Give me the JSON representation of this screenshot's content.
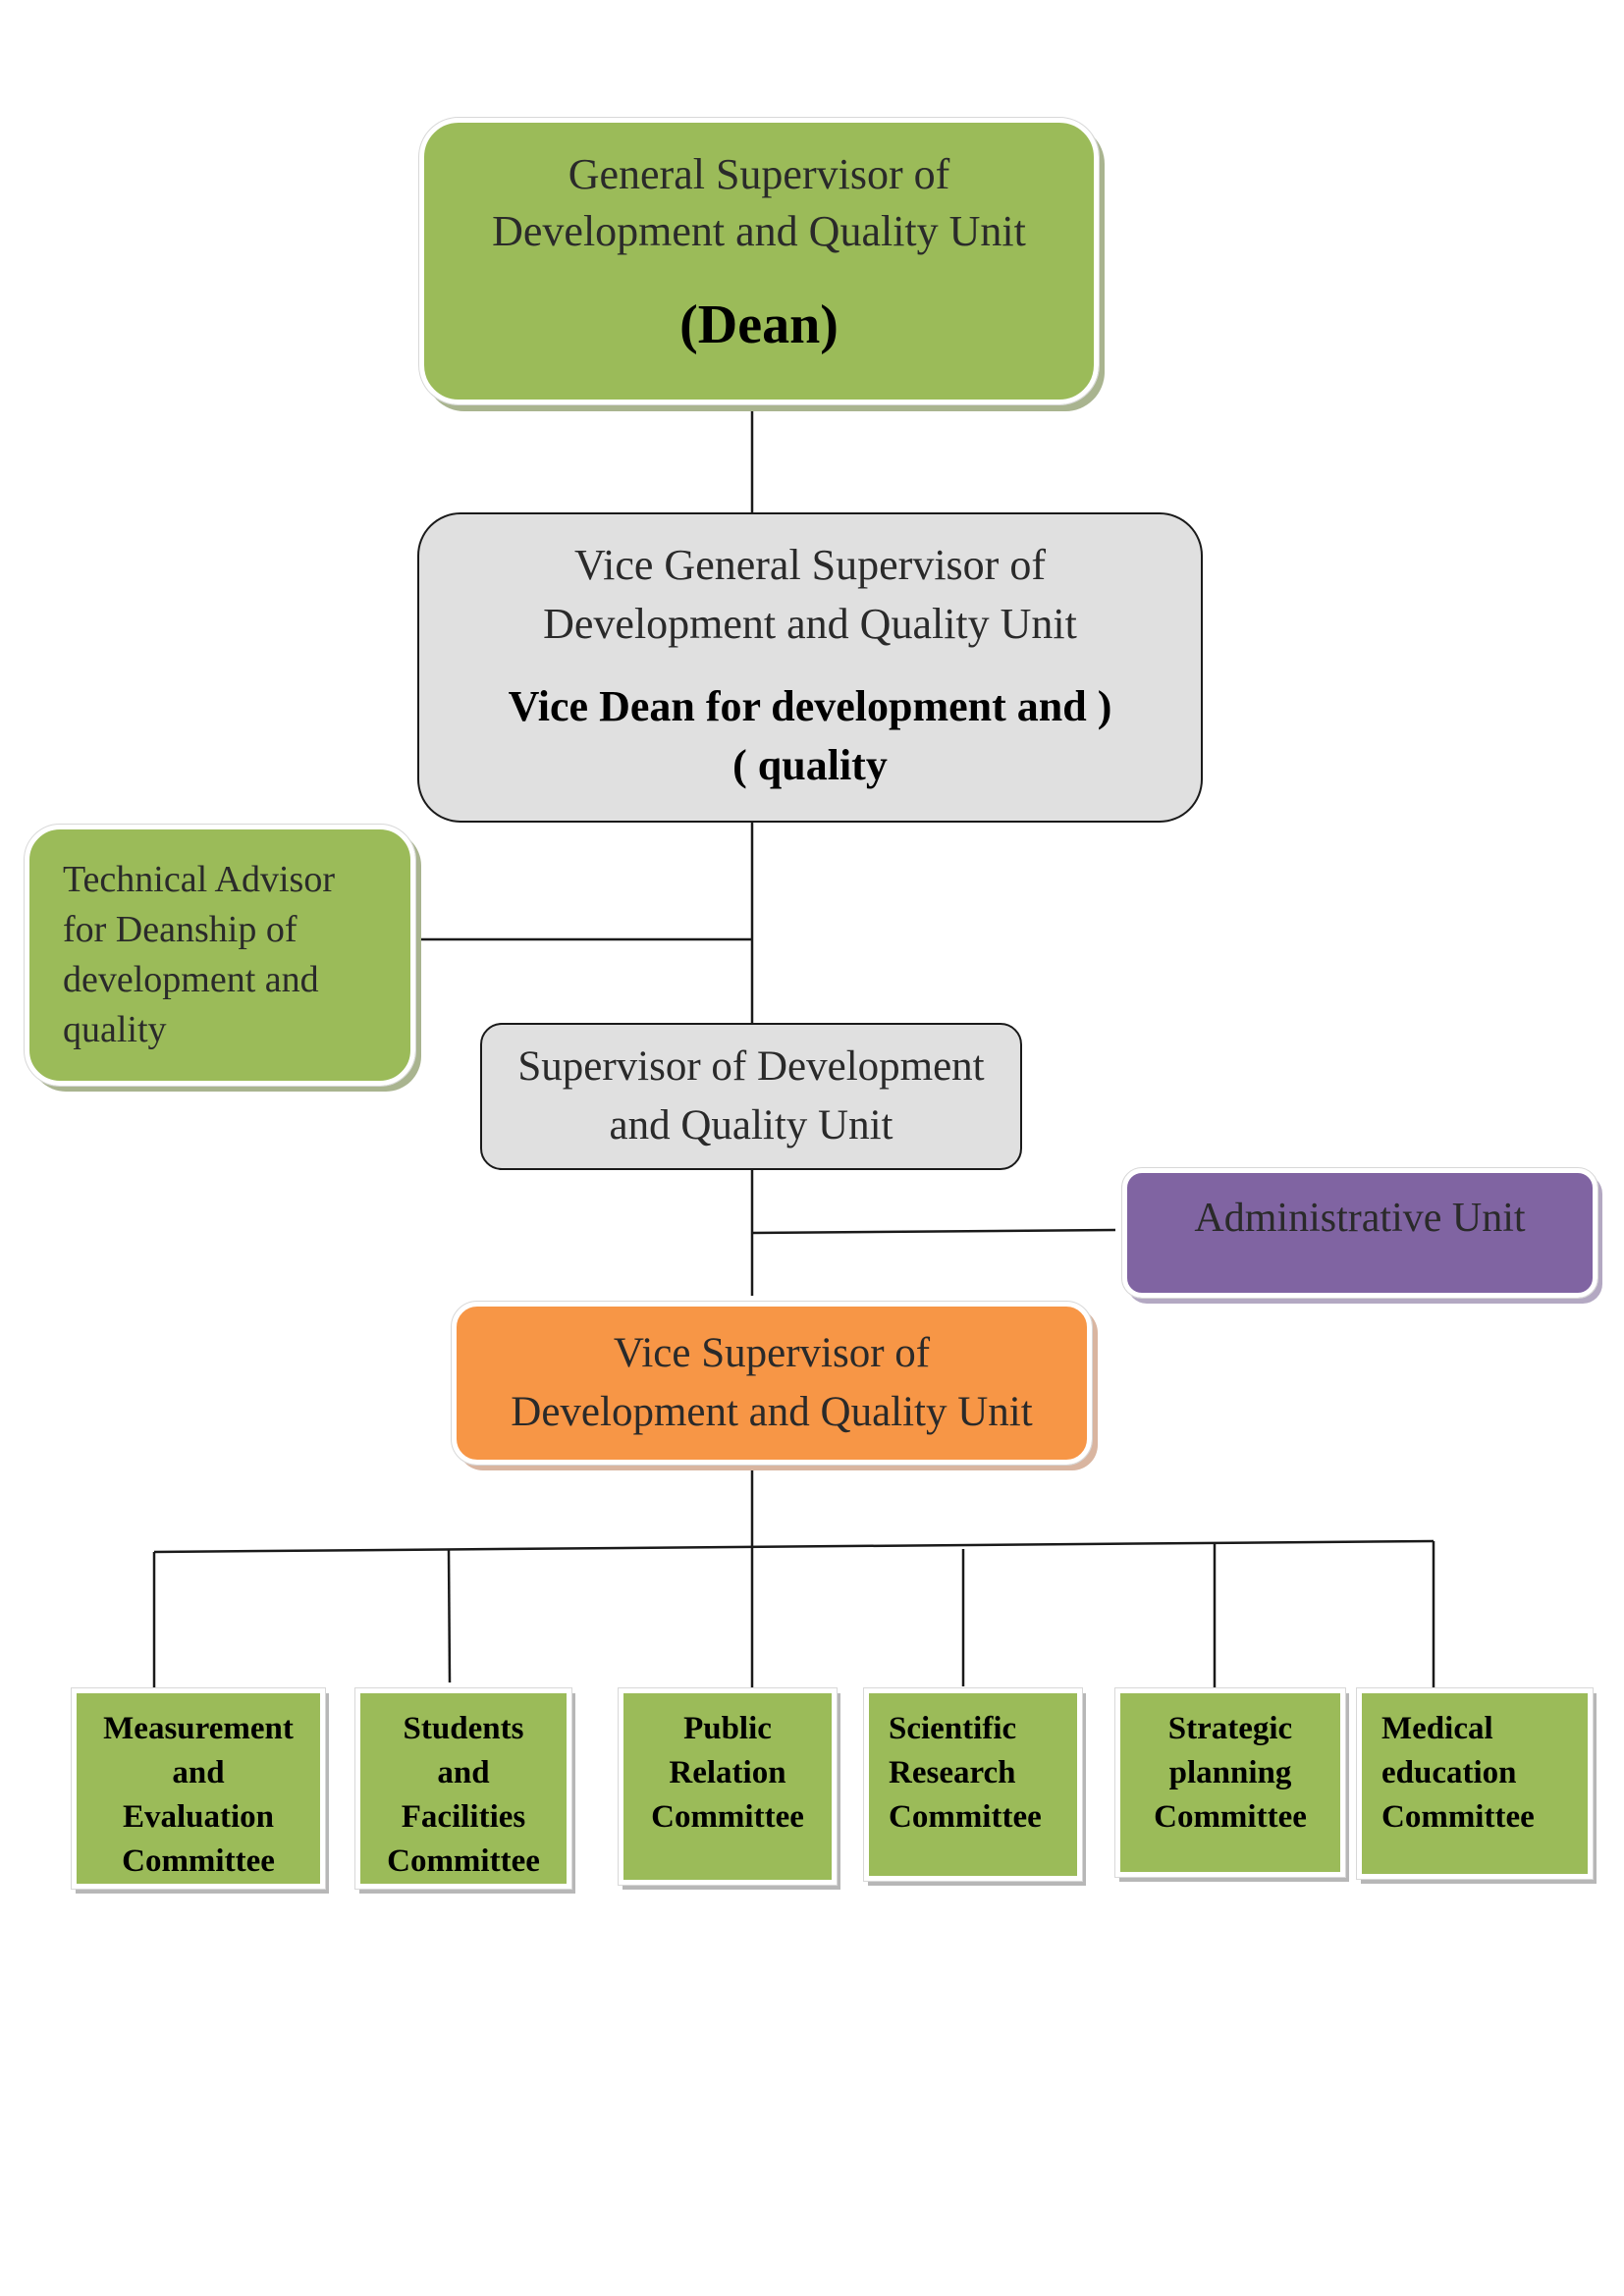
{
  "nodes": {
    "dean": {
      "line1": "General Supervisor of",
      "line2": "Development and Quality Unit",
      "title": "(Dean)"
    },
    "vice_general": {
      "line1": "Vice General Supervisor of",
      "line2": "Development and Quality Unit",
      "line3": "Vice Dean for development and )",
      "line4": "( quality"
    },
    "technical_advisor": {
      "lines": [
        "Technical Advisor",
        "for Deanship of",
        "development and",
        "quality"
      ]
    },
    "supervisor": {
      "line1": "Supervisor of Development",
      "line2": "and Quality Unit"
    },
    "administrative": {
      "label": "Administrative Unit"
    },
    "vice_supervisor": {
      "line1": "Vice Supervisor of",
      "line2": "Development and Quality Unit"
    }
  },
  "committees": [
    {
      "lines": [
        "Measurement",
        "and",
        "Evaluation",
        "Committee"
      ]
    },
    {
      "lines": [
        "Students",
        "and",
        "Facilities",
        "Committee"
      ]
    },
    {
      "lines": [
        "Public",
        "Relation",
        "Committee"
      ]
    },
    {
      "lines": [
        "Scientific",
        "Research",
        "Committee"
      ]
    },
    {
      "lines": [
        "Strategic",
        "planning",
        "Committee"
      ]
    },
    {
      "lines": [
        "Medical",
        "education",
        "Committee"
      ]
    }
  ],
  "colors": {
    "green": "#9bbb59",
    "gray": "#e0e0e0",
    "purple": "#8064a2",
    "orange": "#f79646",
    "line": "#1a1a1a"
  }
}
